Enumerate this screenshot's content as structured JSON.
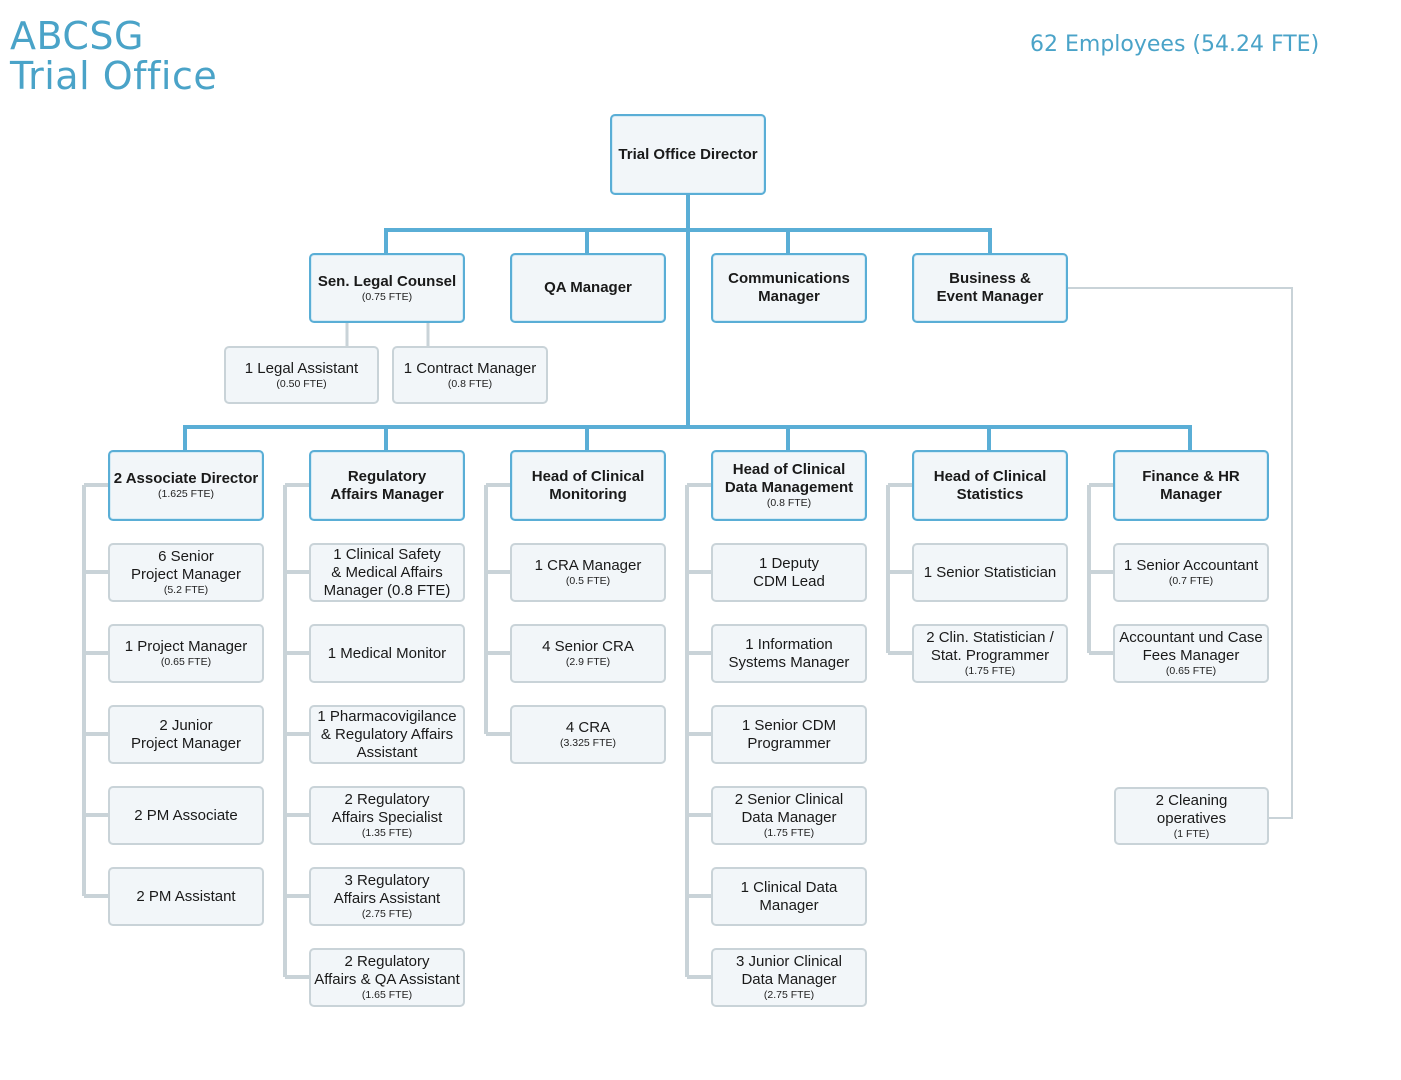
{
  "header": {
    "title_line1": "ABCSG",
    "title_line2": "Trial Office",
    "employees": "62 Employees (54.24 FTE)"
  },
  "colors": {
    "accent": "#4aa3c8",
    "primary_line": "#5aaed6",
    "secondary_line": "#c9d3d8",
    "box_fill": "#f2f6f9"
  },
  "director": {
    "lines": [
      "Trial Office Director"
    ],
    "fte": ""
  },
  "level1": {
    "legal_counsel": {
      "lines": [
        "Sen. Legal Counsel"
      ],
      "fte": "(0.75 FTE)"
    },
    "qa_manager": {
      "lines": [
        "QA Manager"
      ],
      "fte": ""
    },
    "communications": {
      "lines": [
        "Communications",
        "Manager"
      ],
      "fte": ""
    },
    "business_event": {
      "lines": [
        "Business &",
        "Event Manager"
      ],
      "fte": ""
    }
  },
  "legal_staff": {
    "legal_assistant": {
      "lines": [
        "1 Legal Assistant"
      ],
      "fte": "(0.50 FTE)"
    },
    "contract_manager": {
      "lines": [
        "1 Contract Manager"
      ],
      "fte": "(0.8 FTE)"
    }
  },
  "departments": [
    {
      "head": {
        "lines": [
          "2 Associate Director"
        ],
        "fte": "(1.625 FTE)"
      },
      "staff": [
        {
          "lines": [
            "6 Senior",
            "Project Manager"
          ],
          "fte": "(5.2 FTE)"
        },
        {
          "lines": [
            "1 Project Manager"
          ],
          "fte": "(0.65 FTE)"
        },
        {
          "lines": [
            "2 Junior",
            "Project Manager"
          ],
          "fte": ""
        },
        {
          "lines": [
            "2 PM Associate"
          ],
          "fte": ""
        },
        {
          "lines": [
            "2 PM Assistant"
          ],
          "fte": ""
        }
      ]
    },
    {
      "head": {
        "lines": [
          "Regulatory",
          "Affairs  Manager"
        ],
        "fte": ""
      },
      "staff": [
        {
          "lines": [
            "1 Clinical Safety",
            "& Medical Affairs",
            "Manager (0.8 FTE)"
          ],
          "fte": ""
        },
        {
          "lines": [
            "1 Medical Monitor"
          ],
          "fte": ""
        },
        {
          "lines": [
            "1 Pharmacovigilance",
            "& Regulatory Affairs",
            "Assistant"
          ],
          "fte": ""
        },
        {
          "lines": [
            "2 Regulatory",
            "Affairs Specialist"
          ],
          "fte": "(1.35 FTE)"
        },
        {
          "lines": [
            "3 Regulatory",
            "Affairs Assistant"
          ],
          "fte": "(2.75 FTE)"
        },
        {
          "lines": [
            "2 Regulatory",
            "Affairs & QA Assistant"
          ],
          "fte": "(1.65 FTE)"
        }
      ]
    },
    {
      "head": {
        "lines": [
          "Head of Clinical",
          "Monitoring"
        ],
        "fte": ""
      },
      "staff": [
        {
          "lines": [
            "1 CRA Manager"
          ],
          "fte": "(0.5  FTE)"
        },
        {
          "lines": [
            "4 Senior CRA"
          ],
          "fte": "(2.9 FTE)"
        },
        {
          "lines": [
            "4 CRA"
          ],
          "fte": "(3.325 FTE)"
        }
      ]
    },
    {
      "head": {
        "lines": [
          "Head of Clinical",
          "Data Management"
        ],
        "fte": "(0.8 FTE)"
      },
      "staff": [
        {
          "lines": [
            "1 Deputy",
            "CDM Lead"
          ],
          "fte": ""
        },
        {
          "lines": [
            "1 Information",
            "Systems Manager"
          ],
          "fte": ""
        },
        {
          "lines": [
            "1 Senior CDM",
            "Programmer"
          ],
          "fte": ""
        },
        {
          "lines": [
            "2 Senior Clinical",
            "Data Manager"
          ],
          "fte": "(1.75 FTE)"
        },
        {
          "lines": [
            "1 Clinical Data",
            "Manager"
          ],
          "fte": ""
        },
        {
          "lines": [
            "3 Junior Clinical",
            "Data Manager"
          ],
          "fte": "(2.75 FTE)"
        }
      ]
    },
    {
      "head": {
        "lines": [
          "Head of Clinical",
          "Statistics"
        ],
        "fte": ""
      },
      "staff": [
        {
          "lines": [
            "1 Senior Statistician"
          ],
          "fte": ""
        },
        {
          "lines": [
            "2 Clin. Statistician /",
            "Stat. Programmer"
          ],
          "fte": "(1.75 FTE)"
        }
      ]
    },
    {
      "head": {
        "lines": [
          "Finance & HR",
          "Manager"
        ],
        "fte": ""
      },
      "staff": [
        {
          "lines": [
            "1 Senior Accountant"
          ],
          "fte": "(0.7 FTE)"
        },
        {
          "lines": [
            "Accountant und Case",
            "Fees Manager"
          ],
          "fte": "(0.65 FTE)"
        }
      ]
    }
  ],
  "cleaning": {
    "lines": [
      "2 Cleaning",
      "operatives"
    ],
    "fte": "(1 FTE)"
  }
}
